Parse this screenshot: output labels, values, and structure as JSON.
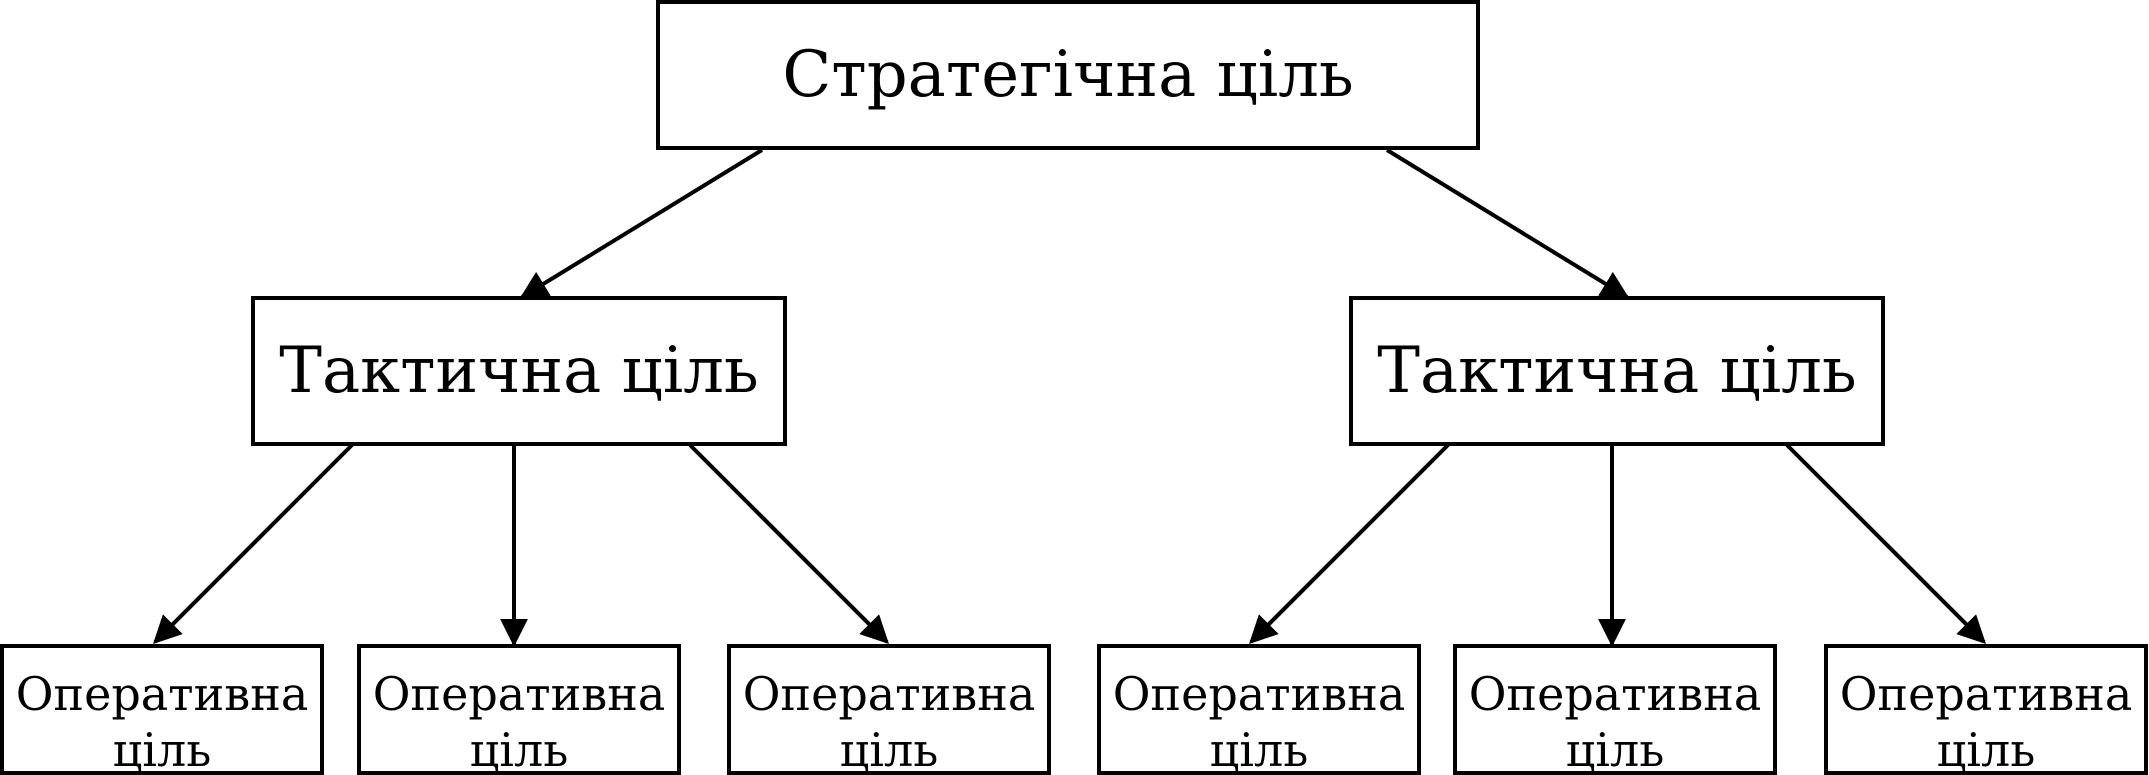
{
  "diagram": {
    "strategic": {
      "label": "Стратегічна ціль"
    },
    "tactical": [
      {
        "label": "Тактична ціль"
      },
      {
        "label": "Тактична ціль"
      }
    ],
    "operational": [
      {
        "line1": "Оперативна",
        "line2": "ціль"
      },
      {
        "line1": "Оперативна",
        "line2": "ціль"
      },
      {
        "line1": "Оперативна",
        "line2": "ціль"
      },
      {
        "line1": "Оперативна",
        "line2": "ціль"
      },
      {
        "line1": "Оперативна",
        "line2": "ціль"
      },
      {
        "line1": "Оперативна",
        "line2": "ціль"
      }
    ],
    "line_color": "#000000",
    "box_fill": "#ffffff"
  }
}
